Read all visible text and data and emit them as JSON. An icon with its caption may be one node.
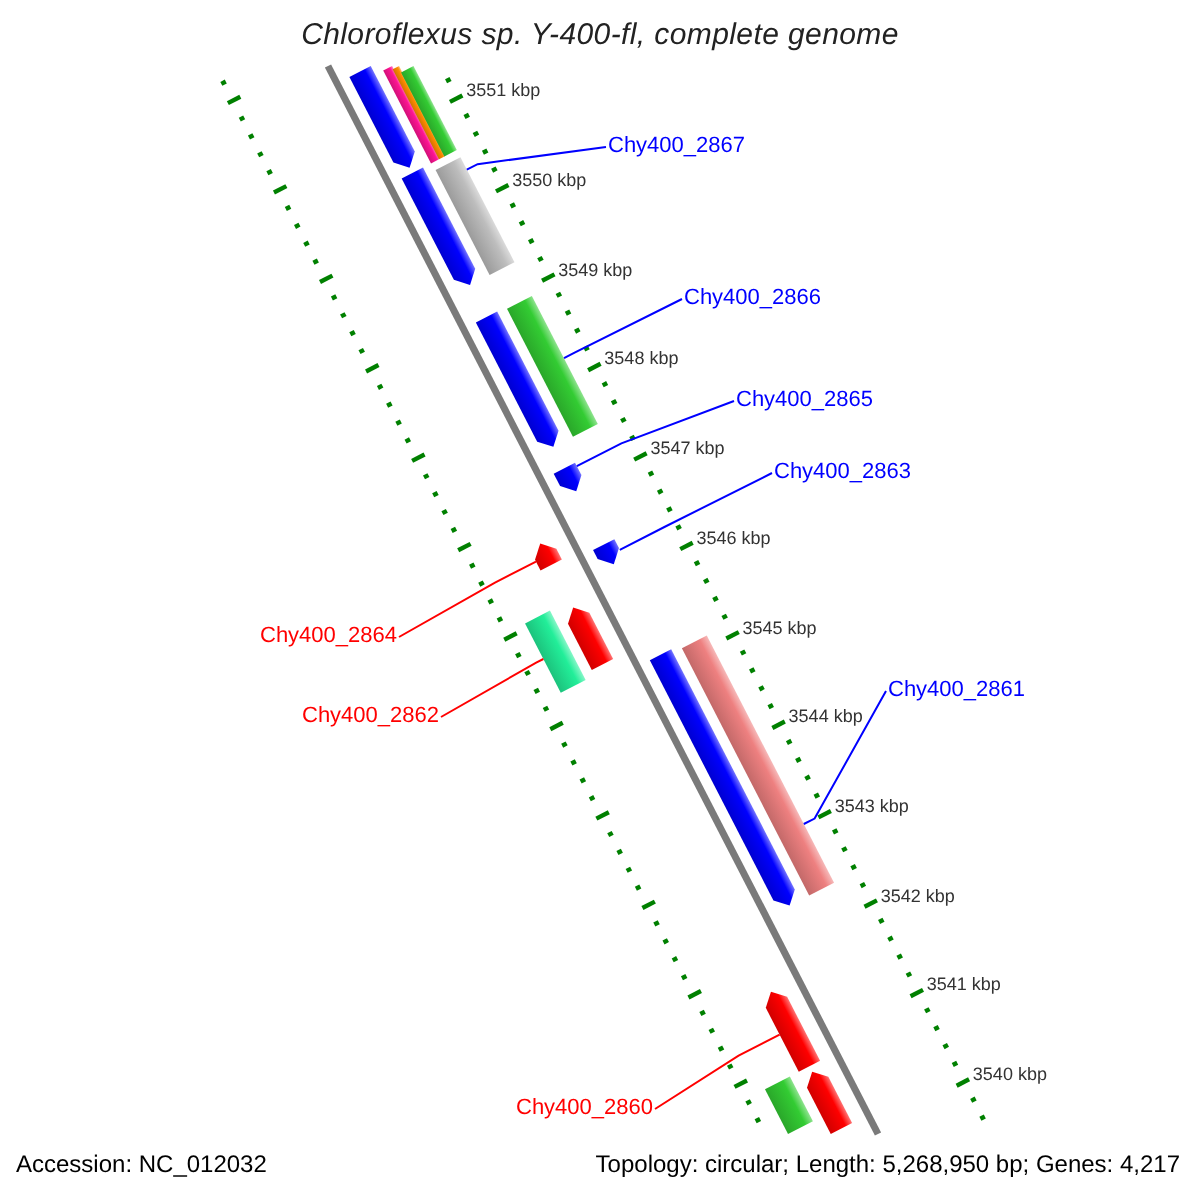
{
  "diagram": {
    "title": "Chloroflexus sp. Y-400-fl, complete genome",
    "nodes": [
      {
        "text": [
          "Chy400_2867"
        ]
      },
      {
        "text": [
          "Chy400_2866"
        ]
      },
      {
        "text": [
          "Chy400_2865"
        ]
      },
      {
        "text": [
          "Chy400_2863"
        ]
      },
      {
        "text": [
          "Chy400_2864"
        ]
      },
      {
        "text": [
          "Chy400_2862"
        ]
      },
      {
        "text": [
          "Chy400_2861"
        ]
      },
      {
        "text": [
          "Chy400_2860"
        ]
      },
      {
        "text": [],
        "shape": "pentagon"
      },
      {
        "text": [],
        "shape": "bar"
      },
      {
        "text": [],
        "shape": "bar"
      },
      {
        "text": [],
        "shape": "bar"
      },
      {
        "text": [],
        "shape": "pentagon"
      },
      {
        "text": [],
        "shape": "bar"
      },
      {
        "text": [],
        "shape": "pentagon"
      },
      {
        "text": [],
        "shape": "bar"
      },
      {
        "text": [],
        "shape": "pentagon"
      },
      {
        "text": [],
        "shape": "pentagon"
      },
      {
        "text": [],
        "shape": "pentagon"
      },
      {
        "text": [],
        "shape": "bar"
      },
      {
        "text": [],
        "shape": "pentagon"
      },
      {
        "text": [],
        "shape": "pentagon"
      },
      {
        "text": [],
        "shape": "bar"
      },
      {
        "text": [],
        "shape": "pentagon"
      },
      {
        "text": [],
        "shape": "pentagon"
      },
      {
        "text": [],
        "shape": "bar"
      }
    ],
    "edges": [
      {
        "from": 0,
        "to": 13,
        "arrow": "none",
        "color": "#0000ff"
      },
      {
        "from": 1,
        "to": 15,
        "arrow": "none",
        "color": "#0000ff"
      },
      {
        "from": 2,
        "to": 16,
        "arrow": "none",
        "color": "#0000ff"
      },
      {
        "from": 3,
        "to": 18,
        "arrow": "none",
        "color": "#0000ff"
      },
      {
        "from": 4,
        "to": 17,
        "arrow": "none",
        "color": "#ff0000"
      },
      {
        "from": 5,
        "to": 19,
        "arrow": "none",
        "color": "#ff0000"
      },
      {
        "from": 6,
        "to": 22,
        "arrow": "none",
        "color": "#0000ff"
      },
      {
        "from": 7,
        "to": 23,
        "arrow": "none",
        "color": "#ff0000"
      }
    ],
    "labels": [
      "3551 kbp",
      "3550 kbp",
      "3549 kbp",
      "3548 kbp",
      "3547 kbp",
      "3546 kbp",
      "3545 kbp",
      "3544 kbp",
      "3543 kbp",
      "3542 kbp",
      "3541 kbp",
      "3540 kbp",
      "Accession: NC_012032",
      "Topology: circular; Length: 5,268,950 bp; Genes: 4,217"
    ]
  }
}
